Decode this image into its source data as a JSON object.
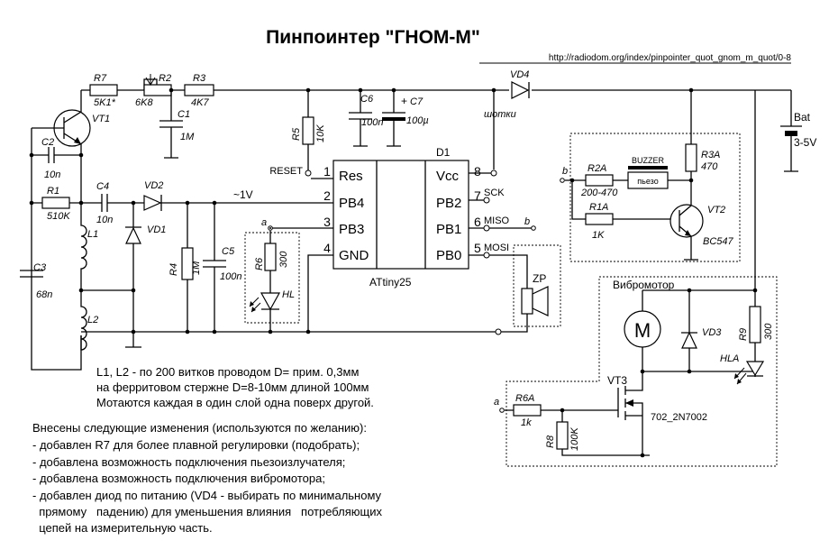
{
  "title": "Пинпоинтер \"ГНОМ-М\"",
  "url": "http://radiodom.org/index/pinpointer_quot_gnom_m_quot/0-8",
  "ic": {
    "ref": "D1",
    "part": "ATtiny25",
    "left_pins": [
      {
        "num": "1",
        "name": "Res"
      },
      {
        "num": "2",
        "name": "PB4"
      },
      {
        "num": "3",
        "name": "PB3"
      },
      {
        "num": "4",
        "name": "GND"
      }
    ],
    "right_pins": [
      {
        "num": "8",
        "name": "Vcc"
      },
      {
        "num": "7",
        "name": "PB2"
      },
      {
        "num": "6",
        "name": "PB1"
      },
      {
        "num": "5",
        "name": "PB0"
      }
    ],
    "reset_label": "RESET",
    "sck": "SCK",
    "miso": "MISO",
    "mosi": "MOSI"
  },
  "components": {
    "r7": {
      "ref": "R7",
      "value": "5K1*"
    },
    "r2": {
      "ref": "R2",
      "value": "6K8"
    },
    "r3": {
      "ref": "R3",
      "value": "4K7"
    },
    "c1": {
      "ref": "C1",
      "value": "1M"
    },
    "vt1": {
      "ref": "VT1"
    },
    "c2": {
      "ref": "C2",
      "value": "10n"
    },
    "r1": {
      "ref": "R1",
      "value": "510K"
    },
    "c4": {
      "ref": "C4",
      "value": "10n"
    },
    "vd2": {
      "ref": "VD2"
    },
    "vd1": {
      "ref": "VD1"
    },
    "l1": {
      "ref": "L1"
    },
    "l2": {
      "ref": "L2"
    },
    "c3": {
      "ref": "C3",
      "value": "68n"
    },
    "r4": {
      "ref": "R4",
      "value": "1M"
    },
    "c5": {
      "ref": "C5",
      "value": "100n"
    },
    "r6": {
      "ref": "R6",
      "value": "300"
    },
    "hl": {
      "ref": "HL"
    },
    "r5": {
      "ref": "R5",
      "value": "10K"
    },
    "c6": {
      "ref": "C6",
      "value": "100n"
    },
    "c7": {
      "ref": "C7",
      "value": "100µ"
    },
    "vd4": {
      "ref": "VD4",
      "note": "шотки"
    },
    "bat": {
      "ref": "Bat",
      "value": "3-5V"
    },
    "r2a": {
      "ref": "R2A",
      "value": "200-470"
    },
    "buzzer": {
      "ref": "BUZZER",
      "body": "пьезо"
    },
    "r3a": {
      "ref": "R3A",
      "value": "470"
    },
    "r1a": {
      "ref": "R1A",
      "value": "1K"
    },
    "vt2": {
      "ref": "VT2",
      "part": "BC547"
    },
    "zp": {
      "ref": "ZP"
    },
    "motor_block": {
      "title": "Вибромотор",
      "symbol": "M"
    },
    "vd3": {
      "ref": "VD3"
    },
    "r9": {
      "ref": "R9",
      "value": "300"
    },
    "hla": {
      "ref": "HLA"
    },
    "vt3": {
      "ref": "VT3",
      "part": "702_2N7002"
    },
    "r6a": {
      "ref": "R6A",
      "value": "1k"
    },
    "r8": {
      "ref": "R8",
      "value": "100K"
    }
  },
  "net_labels": {
    "a": "a",
    "b": "b",
    "signal": "~1V"
  },
  "notes": {
    "coils": [
      "L1, L2 - по 200 витков проводом D= прим. 0,3мм",
      "на ферритовом стержне D=8-10мм длиной 100мм",
      "Мотаются каждая в один слой одна поверх другой."
    ],
    "changes": [
      "Внесены следующие изменения (используются по желанию):",
      "- добавлен R7 для более плавной регулировки (подобрать);",
      "- добавлена возможность подключения пьезоизлучателя;",
      "- добавлена возможность подключения вибромотора;",
      "- добавлен диод по питанию (VD4 - выбирать по минимальному",
      "  прямому   падению) для уменьшения влияния   потребляющих",
      "  цепей на измерительную часть."
    ]
  }
}
